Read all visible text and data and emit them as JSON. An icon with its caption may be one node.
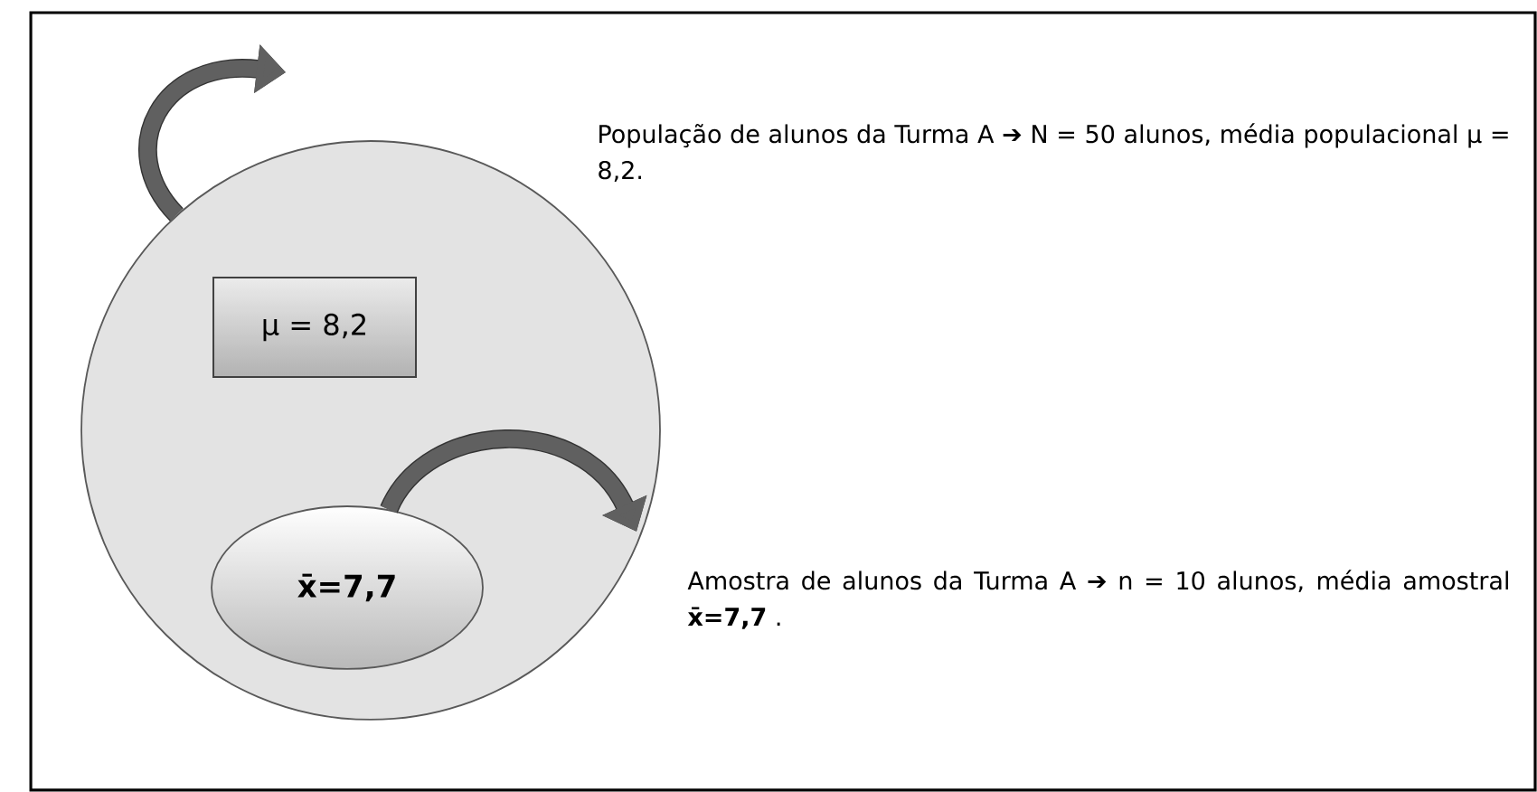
{
  "diagram": {
    "nodes": [
      {
        "text": [],
        "shape": "circle"
      },
      {
        "text": [
          "μ = 8,2"
        ],
        "in": 0
      },
      {
        "text": [
          "x̄=7,7"
        ],
        "in": 0
      }
    ],
    "edges": [
      {
        "from": 0,
        "to": null,
        "arrow": "to"
      },
      {
        "from": 2,
        "to": null,
        "arrow": "to"
      }
    ],
    "labels": [
      "População de alunos da Turma A ➔ N = 50 alunos, média populacional μ = 8,2.",
      "Amostra de alunos da Turma A ➔ n = 10 alunos, média amostral **x̄=7,7** ."
    ]
  }
}
